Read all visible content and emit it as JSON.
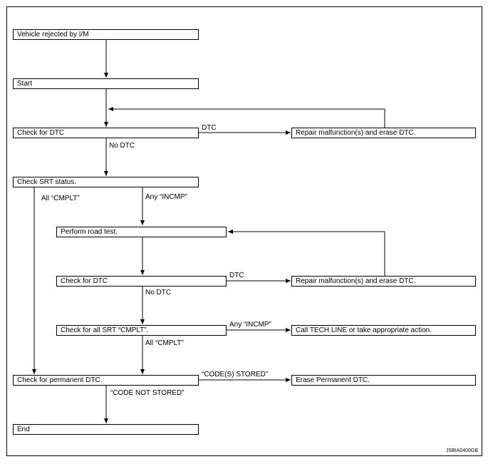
{
  "boxes": {
    "vehicle_rejected": "Vehicle rejected by I/M",
    "start": "Start",
    "check_dtc_1": "Check for DTC",
    "repair_1": "Repair malfunction(s) and erase DTC.",
    "check_srt": "Check SRT status.",
    "road_test": "Perform road test.",
    "check_dtc_2": "Check for DTC",
    "repair_2": "Repair malfunction(s) and erase DTC.",
    "check_all_srt": "Check for all SRT “CMPLT”.",
    "call_tech": "Call TECH LINE or take appropriate action.",
    "check_permanent": "Check for permanent DTC.",
    "erase_permanent": "Erase Permanent DTC.",
    "end": "End"
  },
  "labels": {
    "dtc_1": "DTC",
    "no_dtc_1": "No DTC",
    "all_cmplt_1": "All “CMPLT”",
    "any_incmp_1": "Any “INCMP”",
    "dtc_2": "DTC",
    "no_dtc_2": "No DTC",
    "any_incmp_2": "Any “INCMP”",
    "all_cmplt_2": "All “CMPLT”",
    "codes_stored": "“CODE(S) STORED”",
    "code_not_stored": "“CODE NOT STORED”"
  },
  "figure_id": "JSBIA0400GB"
}
